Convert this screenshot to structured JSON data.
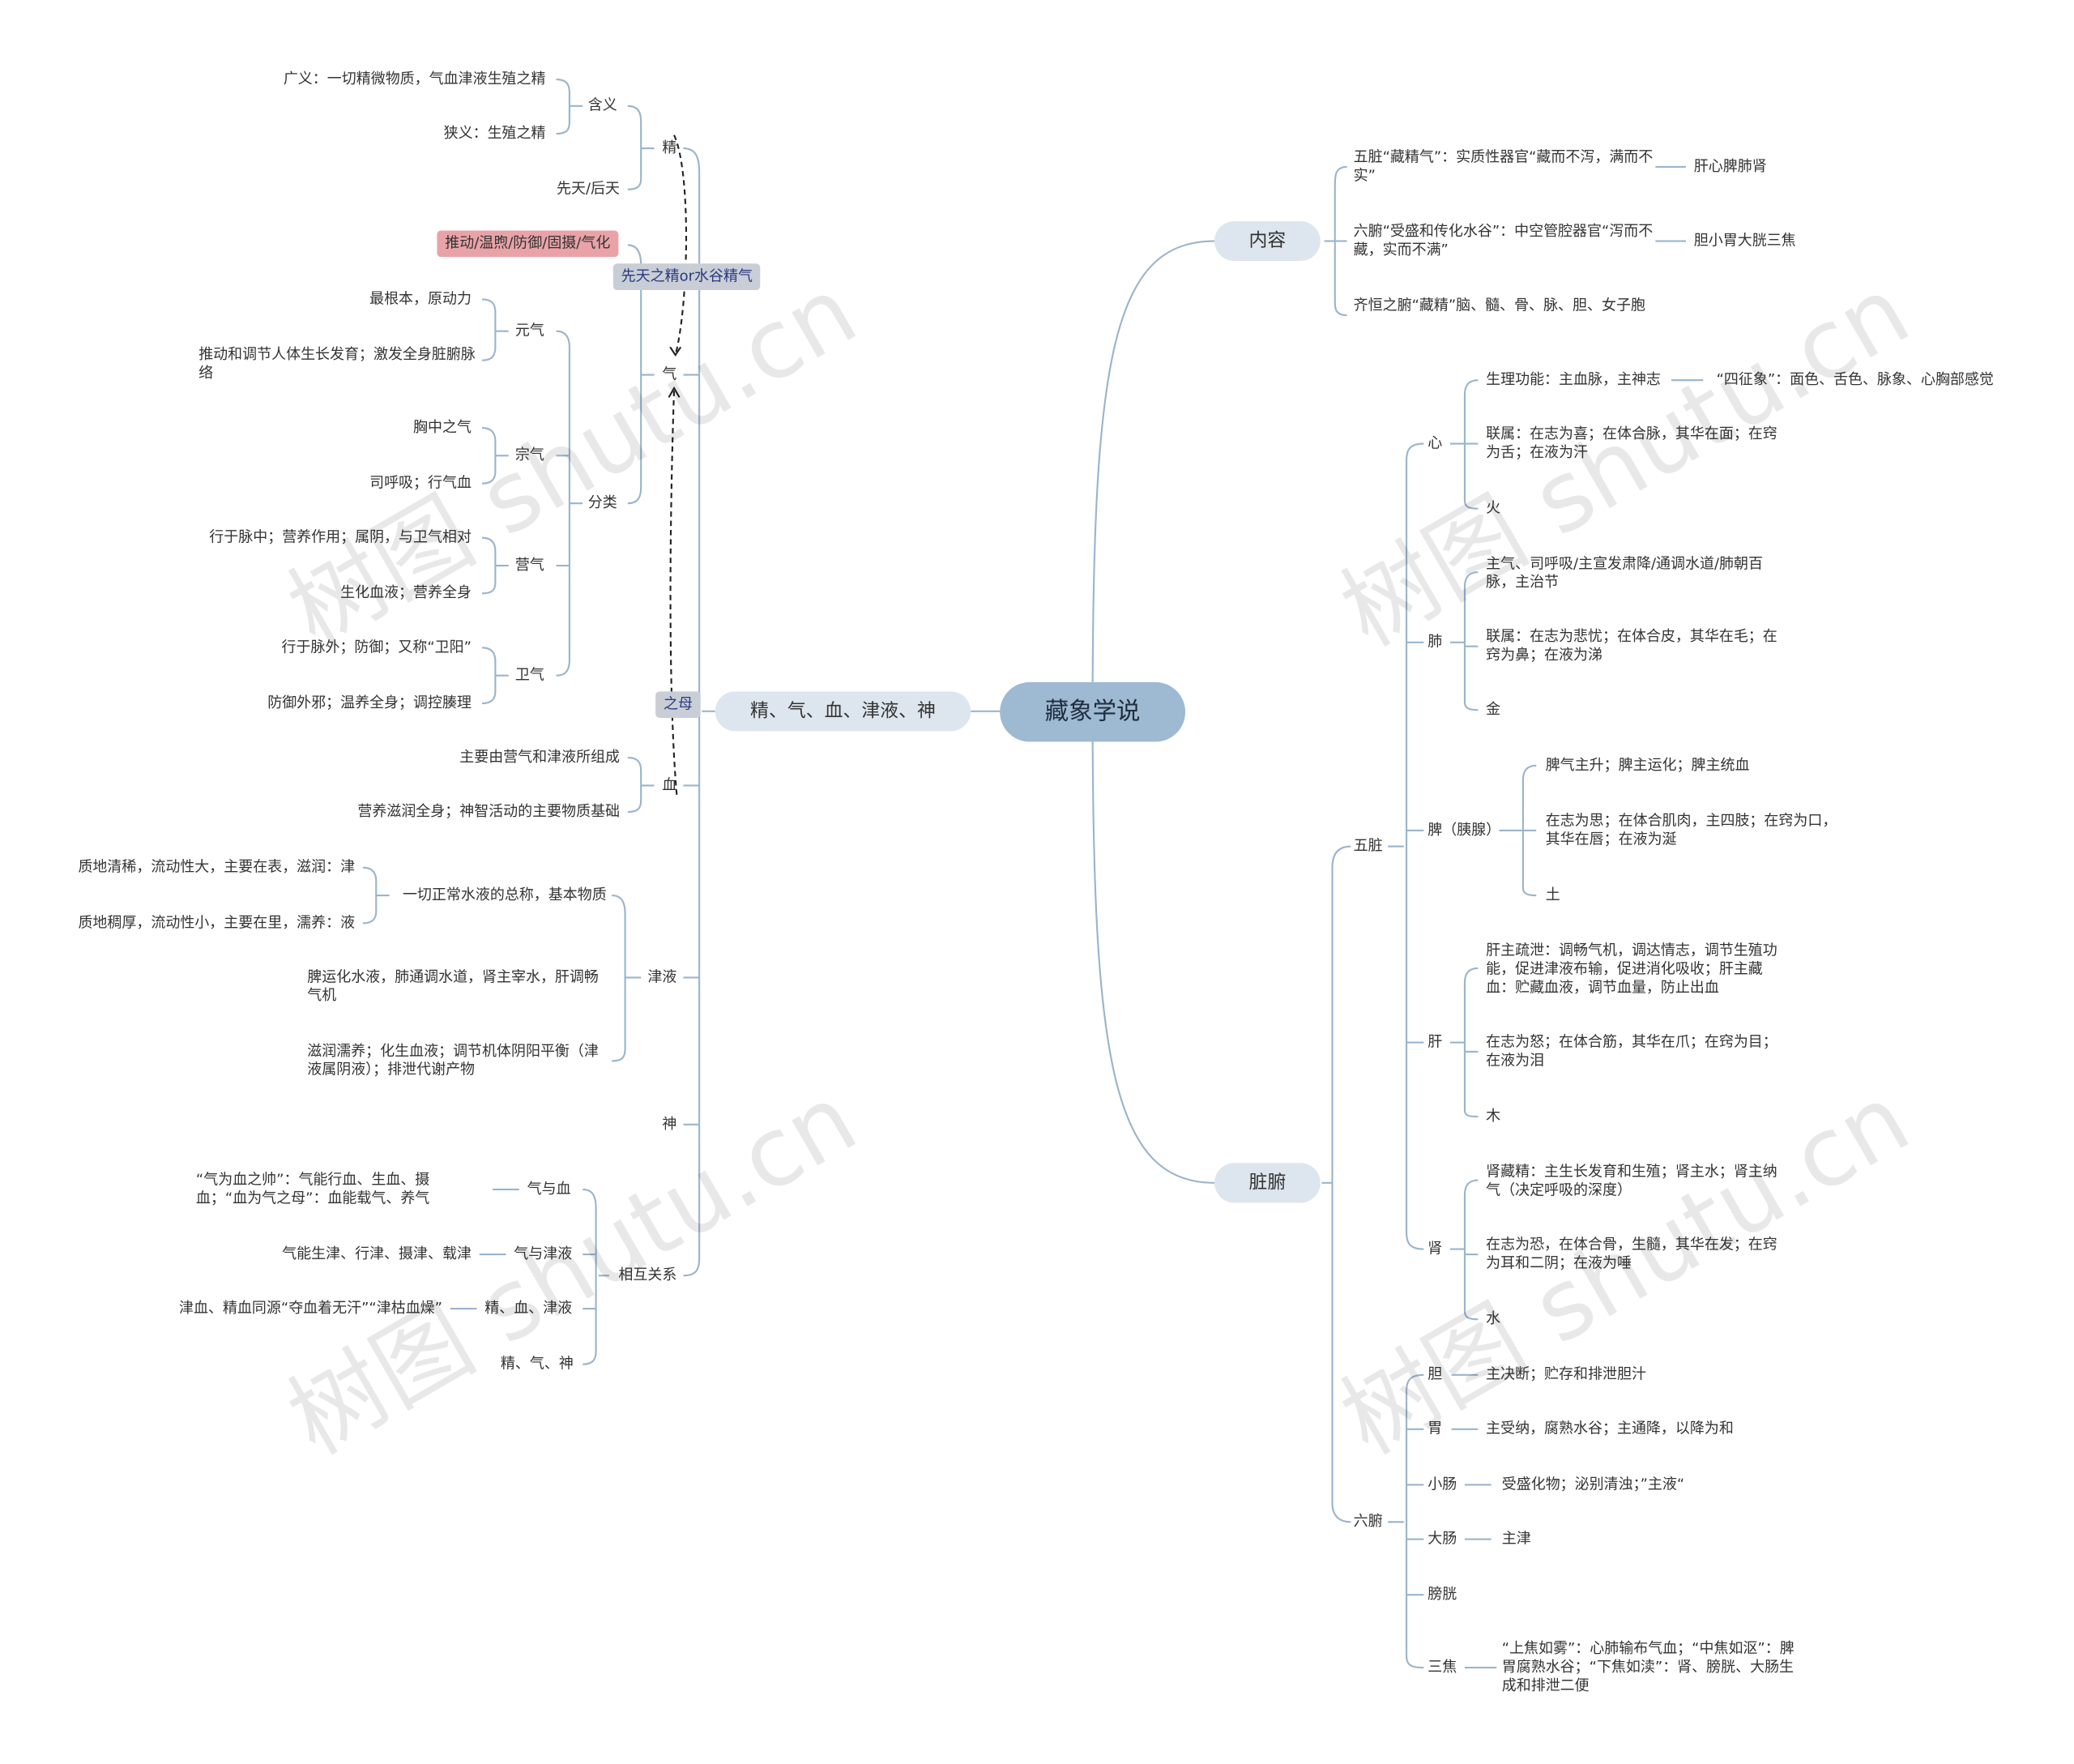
{
  "root": "藏象学说",
  "right": {
    "neirong": {
      "label": "内容",
      "wuzang_label": "五脏“藏精气”：实质性器官“藏而不泻，满而不实”",
      "wuzang_list": "肝心脾肺肾",
      "liufu_label": "六腑“受盛和传化水谷”：中空管腔器官“泻而不藏，实而不满”",
      "liufu_list": "胆小胃大胱三焦",
      "qiheng": "齐恒之腑“藏精”脑、髓、骨、脉、胆、女子胞"
    },
    "zangfu": {
      "label": "脏腑",
      "wuzang": {
        "label": "五脏",
        "xin": {
          "label": "心",
          "func": "生理功能：主血脉，主神志",
          "sizheng": "“四征象”：面色、舌色、脉象、心胸部感觉",
          "rel": "联属：在志为喜；在体合脉，其华在面；在窍为舌；在液为汗",
          "elem": "火"
        },
        "fei": {
          "label": "肺",
          "func": "主气、司呼吸/主宣发肃降/通调水道/肺朝百脉，主治节",
          "rel": "联属：在志为悲忧；在体合皮，其华在毛；在窍为鼻；在液为涕",
          "elem": "金"
        },
        "pi": {
          "label": "脾（胰腺）",
          "func": "脾气主升；脾主运化；脾主统血",
          "rel": "在志为思；在体合肌肉，主四肢；在窍为口，其华在唇；在液为涎",
          "elem": "土"
        },
        "gan": {
          "label": "肝",
          "func": "肝主疏泄：调畅气机，调达情志，调节生殖功能，促进津液布输，促进消化吸收；肝主藏血：贮藏血液，调节血量，防止出血",
          "rel": "在志为怒；在体合筋，其华在爪；在窍为目；在液为泪",
          "elem": "木"
        },
        "shen": {
          "label": "肾",
          "func": "肾藏精：主生长发育和生殖；肾主水；肾主纳气（决定呼吸的深度）",
          "rel": "在志为恐，在体合骨，生髓，其华在发；在窍为耳和二阴；在液为唾",
          "elem": "水"
        }
      },
      "liufu": {
        "label": "六腑",
        "dan": {
          "label": "胆",
          "desc": "主决断；贮存和排泄胆汁"
        },
        "wei": {
          "label": "胃",
          "desc": "主受纳，腐熟水谷；主通降，以降为和"
        },
        "xiaochang": {
          "label": "小肠",
          "desc": "受盛化物；泌别清浊；”主液“"
        },
        "dachang": {
          "label": "大肠",
          "desc": "主津"
        },
        "pangguang": {
          "label": "膀胱"
        },
        "sanjiao": {
          "label": "三焦",
          "desc": "“上焦如雾”：心肺输布气血；“中焦如沤”：脾胃腐熟水谷；“下焦如渎”：肾、膀胱、大肠生成和排泄二便"
        }
      }
    }
  },
  "left": {
    "main": "精、气、血、津液、神",
    "jing": {
      "label": "精",
      "hanyi": "含义",
      "guang": "广义：一切精微物质，气血津液生殖之精",
      "xia": "狭义：生殖之精",
      "xiantian": "先天/后天"
    },
    "qi": {
      "label": "气",
      "func_tag": "推动/温煦/防御/固摄/气化",
      "fenlei": "分类",
      "yuanqi": {
        "label": "元气",
        "a": "最根本，原动力",
        "b": "推动和调节人体生长发育；激发全身脏腑脉络"
      },
      "zongqi": {
        "label": "宗气",
        "a": "胸中之气",
        "b": "司呼吸；行气血"
      },
      "yingqi": {
        "label": "营气",
        "a": "行于脉中；营养作用；属阴，与卫气相对",
        "b": "生化血液；营养全身"
      },
      "weiqi": {
        "label": "卫气",
        "a": "行于脉外；防御；又称“卫阳”",
        "b": "防御外邪；温养全身；调控腠理"
      }
    },
    "tag_source": "先天之精or水谷精气",
    "tag_mother": "之母",
    "xue": {
      "label": "血",
      "a": "主要由营气和津液所组成",
      "b": "营养滋润全身；神智活动的主要物质基础"
    },
    "jinye": {
      "label": "津液",
      "def": "一切正常水液的总称，基本物质",
      "jin": "质地清稀，流动性大，主要在表，滋润：津",
      "ye": "质地稠厚，流动性小，主要在里，濡养：液",
      "b": "脾运化水液，肺通调水道，肾主宰水，肝调畅气机",
      "c": "滋润濡养；化生血液；调节机体阴阳平衡（津液属阴液）；排泄代谢产物"
    },
    "shen": "神",
    "xianghu": {
      "label": "相互关系",
      "qixue": {
        "label": "气与血",
        "desc": "“气为血之帅”：气能行血、生血、摄血；“血为气之母”：血能载气、养气"
      },
      "qijin": {
        "label": "气与津液",
        "desc": "气能生津、行津、摄津、载津"
      },
      "jxj": {
        "label": "精、血、津液",
        "desc": "津血、精血同源“夺血着无汗”“津枯血燥”"
      },
      "jqs": {
        "label": "精、气、神"
      }
    }
  },
  "watermark": "树图 shutu.cn",
  "colors": {
    "root": "#9eb9d2",
    "branch": "#dde6ee",
    "line": "#9ab4cc",
    "tag_red": "#e9a3a8",
    "tag_gray": "#c9ced6"
  }
}
